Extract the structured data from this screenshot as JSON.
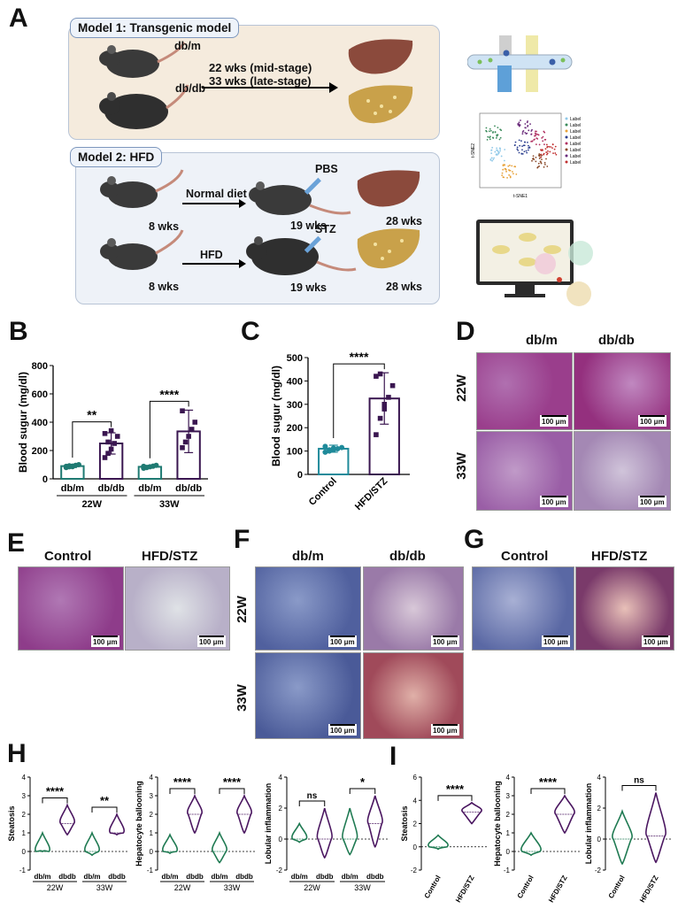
{
  "panel_labels": [
    "A",
    "B",
    "C",
    "D",
    "E",
    "F",
    "G",
    "H",
    "I"
  ],
  "panel_a": {
    "model1_title": "Model 1: Transgenic model",
    "model1_strain1": "db/m",
    "model1_strain2": "db/db",
    "model1_time1": "22 wks (mid-stage)",
    "model1_time2": "33 wks (late-stage)",
    "model2_title": "Model 2: HFD",
    "model2_diet1": "Normal diet",
    "model2_diet2": "HFD",
    "model2_inj1": "PBS",
    "model2_inj2": "STZ",
    "age_start": "8 wks",
    "age_inject": "19 wks",
    "age_end": "28 wks",
    "tsne_xlabel": "t-SNE1",
    "tsne_ylabel": "t-SNE2",
    "tsne_legend": [
      "Label",
      "Label",
      "Label",
      "Label",
      "Label",
      "Label",
      "Label",
      "Label"
    ],
    "tsne_colors": [
      "#8fc8e8",
      "#3a8a5a",
      "#e8a23a",
      "#2c3f8f",
      "#b03060",
      "#8a4a2a",
      "#6a2a7a",
      "#c03030"
    ]
  },
  "panel_d": {
    "cols": [
      "db/m",
      "db/db"
    ],
    "rows": [
      "22W",
      "33W"
    ],
    "scale": "100 μm"
  },
  "panel_e": {
    "cols": [
      "Control",
      "HFD/STZ"
    ],
    "scale": "100 μm"
  },
  "panel_f": {
    "cols": [
      "db/m",
      "db/db"
    ],
    "rows": [
      "22W",
      "33W"
    ],
    "scale": "100 μm"
  },
  "panel_g": {
    "cols": [
      "Control",
      "HFD/STZ"
    ],
    "scale": "100 μm"
  },
  "chart_data": [
    {
      "id": "B",
      "type": "bar",
      "ylabel": "Blood sugur (mg/dl)",
      "ylim": [
        0,
        800
      ],
      "yticks": [
        0,
        200,
        400,
        600,
        800
      ],
      "categories": [
        "db/m",
        "db/db",
        "db/m",
        "db/db"
      ],
      "groups": [
        "22W",
        "33W"
      ],
      "values": [
        90,
        250,
        85,
        335
      ],
      "errors": [
        10,
        75,
        10,
        150
      ],
      "colors": [
        "#1f7a72",
        "#3a1650",
        "#1f7a72",
        "#3a1650"
      ],
      "points": [
        [
          80,
          85,
          90,
          95,
          100,
          88,
          92,
          86
        ],
        [
          150,
          180,
          210,
          250,
          300,
          320,
          260,
          340
        ],
        [
          75,
          80,
          85,
          90,
          95,
          88
        ],
        [
          220,
          260,
          300,
          350,
          400,
          480
        ]
      ],
      "significance": [
        {
          "a": 0,
          "b": 1,
          "label": "**"
        },
        {
          "a": 2,
          "b": 3,
          "label": "****"
        }
      ]
    },
    {
      "id": "C",
      "type": "bar",
      "ylabel": "Blood sugur (mg/dl)",
      "ylim": [
        0,
        500
      ],
      "yticks": [
        0,
        100,
        200,
        300,
        400,
        500
      ],
      "categories": [
        "Control",
        "HFD/STZ"
      ],
      "values": [
        110,
        325
      ],
      "errors": [
        15,
        110
      ],
      "colors": [
        "#1f8a9a",
        "#3a1650"
      ],
      "points": [
        [
          95,
          100,
          105,
          110,
          115,
          120,
          105,
          112
        ],
        [
          170,
          240,
          280,
          330,
          380,
          420,
          430,
          300
        ]
      ],
      "significance": [
        {
          "a": 0,
          "b": 1,
          "label": "****"
        }
      ]
    },
    {
      "id": "H-steatosis",
      "type": "violin",
      "ylabel": "Steatosis",
      "ylim": [
        -1,
        4
      ],
      "yticks": [
        -1,
        0,
        1,
        2,
        3,
        4
      ],
      "categories": [
        "db/m",
        "dbdb",
        "db/m",
        "dbdb"
      ],
      "groups": [
        "22W",
        "33W"
      ],
      "medians": [
        0,
        1.5,
        0,
        1
      ],
      "ranges": [
        [
          0,
          1
        ],
        [
          0.9,
          2.5
        ],
        [
          -0.2,
          1
        ],
        [
          0.9,
          2
        ]
      ],
      "colors": [
        "#1f7a52",
        "#4a1660",
        "#1f7a52",
        "#4a1660"
      ],
      "significance": [
        {
          "a": 0,
          "b": 1,
          "label": "****"
        },
        {
          "a": 2,
          "b": 3,
          "label": "**"
        }
      ]
    },
    {
      "id": "H-ballooning",
      "type": "violin",
      "ylabel": "Hepatocyte ballooning",
      "ylim": [
        -1,
        4
      ],
      "yticks": [
        -1,
        0,
        1,
        2,
        3,
        4
      ],
      "categories": [
        "db/m",
        "dbdb",
        "db/m",
        "dbdb"
      ],
      "groups": [
        "22W",
        "33W"
      ],
      "medians": [
        0,
        2,
        0,
        2
      ],
      "ranges": [
        [
          -0.1,
          0.9
        ],
        [
          1,
          3
        ],
        [
          -0.6,
          1
        ],
        [
          1,
          3
        ]
      ],
      "colors": [
        "#1f7a52",
        "#4a1660",
        "#1f7a52",
        "#4a1660"
      ],
      "significance": [
        {
          "a": 0,
          "b": 1,
          "label": "****"
        },
        {
          "a": 2,
          "b": 3,
          "label": "****"
        }
      ]
    },
    {
      "id": "H-lobular",
      "type": "violin",
      "ylabel": "Lobular inflammation",
      "ylim": [
        -2,
        4
      ],
      "yticks": [
        -2,
        0,
        2,
        4
      ],
      "categories": [
        "db/m",
        "dbdb",
        "db/m",
        "dbdb"
      ],
      "groups": [
        "22W",
        "33W"
      ],
      "medians": [
        0,
        0,
        0,
        1
      ],
      "ranges": [
        [
          -0.2,
          1
        ],
        [
          -1.2,
          2
        ],
        [
          -1,
          2
        ],
        [
          -0.5,
          2.8
        ]
      ],
      "colors": [
        "#1f7a52",
        "#4a1660",
        "#1f7a52",
        "#4a1660"
      ],
      "significance": [
        {
          "a": 0,
          "b": 1,
          "label": "ns"
        },
        {
          "a": 2,
          "b": 3,
          "label": "*"
        }
      ]
    },
    {
      "id": "I-steatosis",
      "type": "violin",
      "ylabel": "Steatosis",
      "ylim": [
        -2,
        6
      ],
      "yticks": [
        -2,
        0,
        2,
        4,
        6
      ],
      "categories": [
        "Control",
        "HFD/STZ"
      ],
      "medians": [
        0,
        3
      ],
      "ranges": [
        [
          -0.2,
          1
        ],
        [
          2,
          3.8
        ]
      ],
      "colors": [
        "#1f7a52",
        "#4a1660"
      ],
      "significance": [
        {
          "a": 0,
          "b": 1,
          "label": "****"
        }
      ]
    },
    {
      "id": "I-ballooning",
      "type": "violin",
      "ylabel": "Hepatocyte ballooning",
      "ylim": [
        -1,
        4
      ],
      "yticks": [
        -1,
        0,
        1,
        2,
        3,
        4
      ],
      "categories": [
        "Control",
        "HFD/STZ"
      ],
      "medians": [
        0,
        2
      ],
      "ranges": [
        [
          -0.2,
          1
        ],
        [
          1,
          3
        ]
      ],
      "colors": [
        "#1f7a52",
        "#4a1660"
      ],
      "significance": [
        {
          "a": 0,
          "b": 1,
          "label": "****"
        }
      ]
    },
    {
      "id": "I-lobular",
      "type": "violin",
      "ylabel": "Lobular inflammation",
      "ylim": [
        -2,
        4
      ],
      "yticks": [
        -2,
        0,
        2,
        4
      ],
      "categories": [
        "Control",
        "HFD/STZ"
      ],
      "medians": [
        0,
        0.2
      ],
      "ranges": [
        [
          -1.6,
          1.8
        ],
        [
          -1.5,
          3
        ]
      ],
      "colors": [
        "#1f7a52",
        "#4a1660"
      ],
      "significance": [
        {
          "a": 0,
          "b": 1,
          "label": "ns"
        }
      ]
    }
  ]
}
